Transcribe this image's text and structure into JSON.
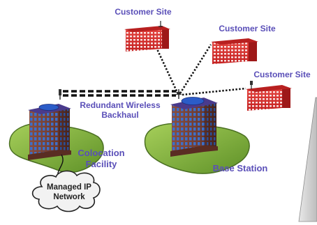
{
  "labels": {
    "customer_site_1": "Customer Site",
    "customer_site_2": "Customer Site",
    "customer_site_3": "Customer Site",
    "redundant_wireless_line1": "Redundant Wireless",
    "redundant_wireless_line2": "Backhaul",
    "colocation_line1": "Colocation",
    "colocation_line2": "Facility",
    "base_station": "Base Station",
    "cloud_line1": "Managed IP",
    "cloud_line2": "Network"
  },
  "colors": {
    "label_text": "#5a4fb8",
    "customer_building": "#d62a2a",
    "tower_building": "#7a4436",
    "tower_roof": "#2b4ea8",
    "ground": "#7cae3a",
    "link_line": "#111111"
  }
}
